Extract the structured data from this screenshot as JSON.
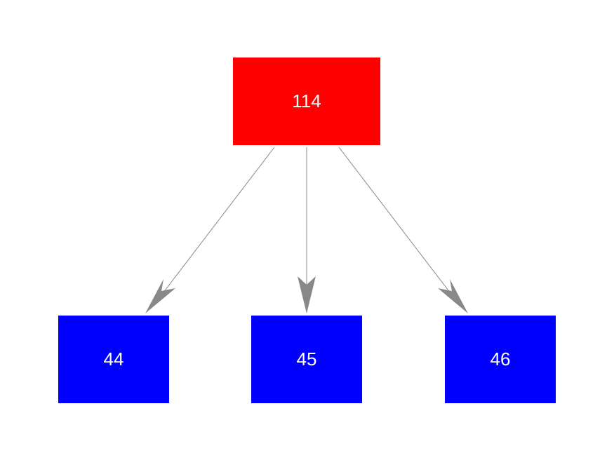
{
  "colors": {
    "root_fill": "#ff0000",
    "child_fill": "#0000ff",
    "label_text": "#ffffff",
    "edge": "#888888",
    "background": "#ffffff"
  },
  "nodes": {
    "root": {
      "label": "114"
    },
    "children": [
      {
        "label": "44"
      },
      {
        "label": "45"
      },
      {
        "label": "46"
      }
    ]
  },
  "edges": [
    {
      "from": "114",
      "to": "44"
    },
    {
      "from": "114",
      "to": "45"
    },
    {
      "from": "114",
      "to": "46"
    }
  ]
}
